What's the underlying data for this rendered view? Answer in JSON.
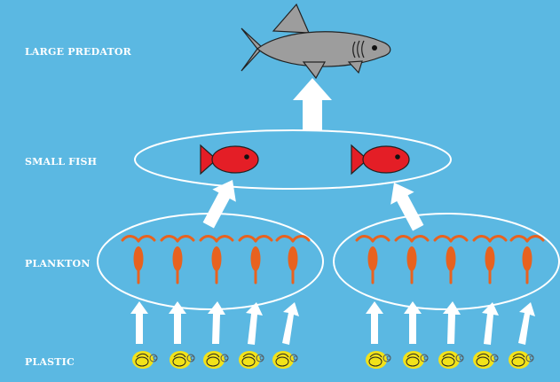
{
  "labels": {
    "large_predator": "LARGE PREDATOR",
    "small_fish": "SMALL FISH",
    "plankton": "PLANKTON",
    "plastic": "PLASTIC"
  },
  "colors": {
    "water": "#5bb8e2",
    "predator": "#9d9d9d",
    "small_fish": "#e41e26",
    "plankton": "#e8621f",
    "plastic": "#f2e219",
    "arrow": "#ffffff",
    "outline": "#ffffff"
  },
  "icons": {
    "predator": "shark-icon",
    "small_fish": "red-fish-icon",
    "plankton": "copepod-icon",
    "plastic": "microplastic-pellet-icon"
  },
  "counts": {
    "predators": 1,
    "small_fish": 2,
    "plankton_groups": 2,
    "plankton_per_group": 5,
    "plastic_per_group": 5
  }
}
